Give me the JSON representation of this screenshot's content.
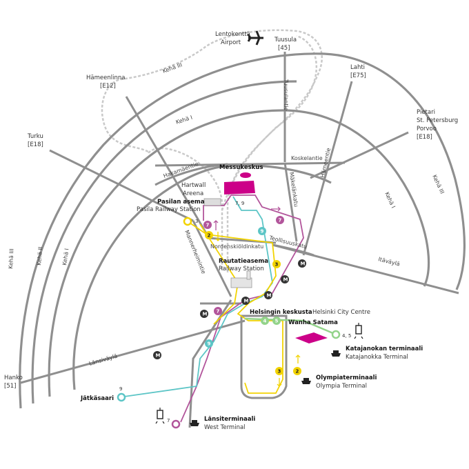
{
  "colors": {
    "road": "#8f8f8f",
    "ring": "#8f8f8f",
    "rail": "#c9c9c9",
    "tram7": "#b2559b",
    "tram9": "#5cc5c6",
    "tram45": "#93d38a",
    "tram23": "#f2d300",
    "metro": "#333333",
    "venue": "#cc0088"
  },
  "airport": {
    "line1": "Lentokenttä",
    "line2": "Airport"
  },
  "roads": {
    "tuusula": "Tuusula",
    "tuusula_code": "[45]",
    "tuusulantie": "Tuusulantie",
    "lahti": "Lahti",
    "lahti_code": "[E75]",
    "hameenlinna": "Hämeenlinna",
    "hameenlinna_code": "[E12]",
    "pietari_1": "Pietari",
    "pietari_2": "St. Petersburg",
    "pietari_3": "Porvoo",
    "pietari_code": "[E18]",
    "turku": "Turku",
    "turku_code": "[E18]",
    "hanko": "Hanko",
    "hanko_code": "[51]",
    "hakamaentie": "Hakamäentie",
    "koskelantie": "Koskelantie",
    "makelankatu": "Mäkelänkatu",
    "hameentie": "Hämeentie",
    "teollisuuskatu": "Teollisuuskatu",
    "nordenskioldinkatu": "Nordenskiöldinkatu",
    "mannerheimintie": "Mannerheimintie",
    "itavayla": "Itäväylä",
    "lansivayla": "Länsiväylä",
    "keha1": "Kehä I",
    "keha2": "Kehä II",
    "keha3": "Kehä III"
  },
  "places": {
    "messukeskus": "Messukeskus",
    "hartwall_1": "Hartwall",
    "hartwall_2": "Areena",
    "pasila_fi": "Pasilan asema",
    "pasila_en": "Pasila Railway Station",
    "rautatieasema_fi": "Rautatieasema",
    "rautatieasema_en": "Railway Station",
    "keskusta_fi": "Helsingin keskusta",
    "keskusta_en": "Helsinki City Centre",
    "wanha_satama": "Wanha Satama",
    "katajanokan_fi": "Katajanokan terminaali",
    "katajanokan_en": "Katajanokka Terminal",
    "olympia_fi": "Olympiaterminaali",
    "olympia_en": "Olympia Terminal",
    "jatkasaari": "Jätkäsaari",
    "lansiterminaali_fi": "Länsiterminaali",
    "lansiterminaali_en": "West Terminal"
  },
  "tram_labels": {
    "t7": "7",
    "t9": "9",
    "t2": "2",
    "t3": "3",
    "t4": "4",
    "t5": "5",
    "t45": "4, 5",
    "t79": "7, 9",
    "metro": "M"
  }
}
